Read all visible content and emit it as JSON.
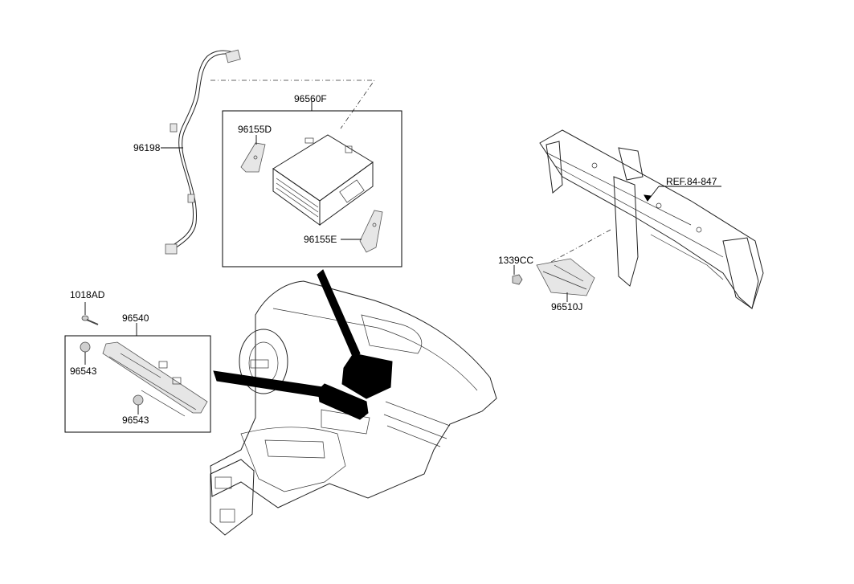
{
  "parts": {
    "harness": "96198",
    "audio_unit": "96560F",
    "bracket_left": "96155D",
    "bracket_right": "96155E",
    "screw": "1018AD",
    "control_panel": "96540",
    "knob_upper": "96543",
    "knob_lower": "96543",
    "nut": "1339CC",
    "module": "96510J",
    "reference": "REF.84-847"
  }
}
